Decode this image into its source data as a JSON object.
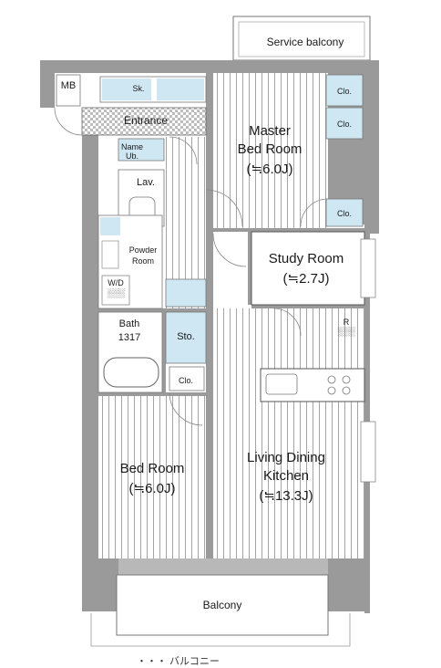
{
  "labels": {
    "service_balcony": "Service balcony",
    "mb": "MB",
    "sk": "Sk.",
    "entrance": "Entrance",
    "name_ub": "Name",
    "ub": "Ub.",
    "lav": "Lav.",
    "powder_1": "Powder",
    "powder_2": "Room",
    "wd": "W/D",
    "wd_sub": "░░░",
    "bath": "Bath",
    "bath_size": "1317",
    "sto": "Sto.",
    "clo_bed": "Clo.",
    "clo_1": "Clo.",
    "clo_2": "Clo.",
    "clo_3": "Clo.",
    "master_1": "Master",
    "master_2": "Bed Room",
    "master_size": "(≒6.0J)",
    "study": "Study Room",
    "study_size": "(≒2.7J)",
    "r": "R",
    "r_sub": "░░░",
    "bed": "Bed Room",
    "bed_size": "(≒6.0J)",
    "ldk_1": "Living Dining",
    "ldk_2": "Kitchen",
    "ldk_size": "(≒13.3J)",
    "balcony": "Balcony",
    "bottom_note": "・・・ バルコニー"
  },
  "colors": {
    "wall": "#9a9a9a",
    "floor_line": "#8c8c8c",
    "wet_area": "#cfe6f3",
    "outline": "#555555"
  }
}
